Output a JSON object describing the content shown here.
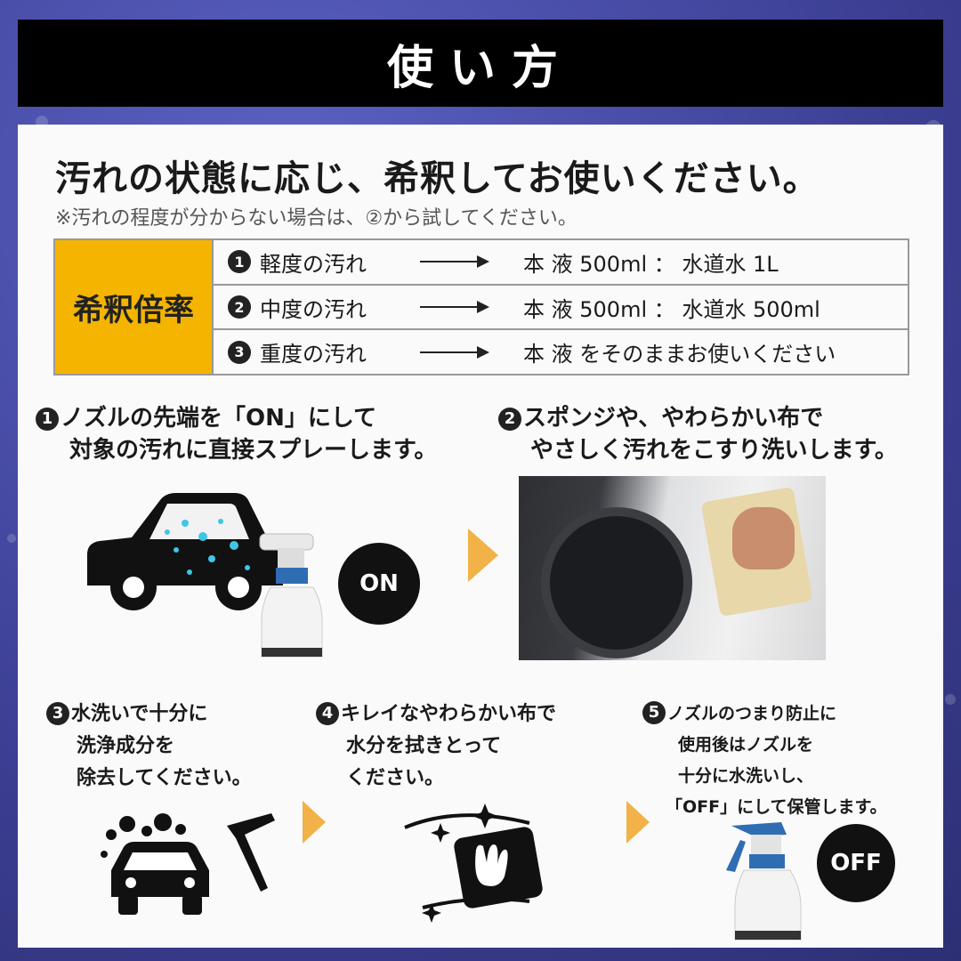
{
  "header": {
    "title": "使い方"
  },
  "intro": {
    "title": "汚れの状態に応じ、希釈してお使いください。",
    "note": "※汚れの程度が分からない場合は、②から試してください。"
  },
  "dilution": {
    "label": "希釈倍率",
    "rows": [
      {
        "num": "1",
        "level": "軽度の汚れ",
        "value": "本 液 500ml ： 水道水 1L"
      },
      {
        "num": "2",
        "level": "中度の汚れ",
        "value": "本 液 500ml ： 水道水 500ml"
      },
      {
        "num": "3",
        "level": "重度の汚れ",
        "value": "本 液 をそのままお使いください"
      }
    ]
  },
  "steps": [
    {
      "num": "1",
      "lines": [
        "ノズルの先端を「ON」にして",
        "対象の汚れに直接スプレーします。"
      ]
    },
    {
      "num": "2",
      "lines": [
        "スポンジや、やわらかい布で",
        "やさしく汚れをこすり洗いします。"
      ]
    },
    {
      "num": "3",
      "lines": [
        "水洗いで十分に",
        "洗浄成分を",
        "除去してください。"
      ]
    },
    {
      "num": "4",
      "lines": [
        "キレイなやわらかい布で",
        "水分を拭きとって",
        "ください。"
      ]
    },
    {
      "num": "5",
      "lines": [
        "ノズルのつまり防止に",
        "使用後はノズルを",
        "十分に水洗いし、",
        "「OFF」にして保管します。"
      ]
    }
  ],
  "badges": {
    "on": "ON",
    "off": "OFF"
  },
  "colors": {
    "accent": "#f4b400",
    "arrow": "#f2b247",
    "header_bg": "#000000",
    "bottle_band": "#2f6db3"
  }
}
